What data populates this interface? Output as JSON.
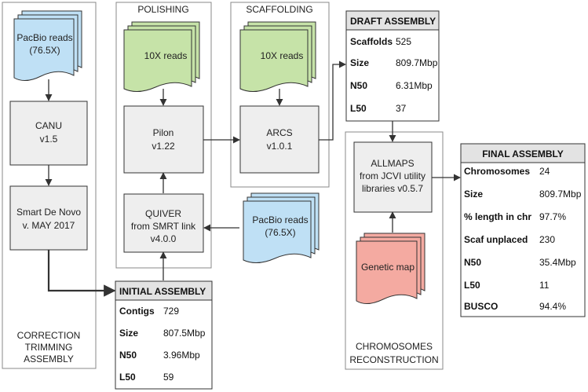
{
  "panels": {
    "correction": [
      "CORRECTION",
      "TRIMMING",
      "ASSEMBLY"
    ],
    "polishing": "POLISHING",
    "scaffolding": "SCAFFOLDING",
    "chromosomes": [
      "CHROMOSOMES",
      "RECONSTRUCTION"
    ]
  },
  "documents": {
    "pacbio_1": [
      "PacBio reads",
      "(76.5X)"
    ],
    "tenx_polish": "10X reads",
    "tenx_scaffold": "10X reads",
    "pacbio_2": [
      "PacBio reads",
      "(76.5X)"
    ],
    "genetic_map": "Genetic map"
  },
  "processes": {
    "canu": [
      "CANU",
      "v1.5"
    ],
    "smartdenovo": [
      "Smart De Novo",
      "v. MAY 2017"
    ],
    "pilon": [
      "Pilon",
      "v1.22"
    ],
    "quiver": [
      "QUIVER",
      "from SMRT link",
      "v4.0.0"
    ],
    "arcs": [
      "ARCS",
      "v1.0.1"
    ],
    "allmaps": [
      "ALLMAPS",
      "from JCVI utility",
      "libraries v0.5.7"
    ]
  },
  "tables": {
    "initial": {
      "title": "INITIAL ASSEMBLY",
      "rows": [
        {
          "key": "Contigs",
          "value": "729"
        },
        {
          "key": "Size",
          "value": "807.5Mbp"
        },
        {
          "key": "N50",
          "value": "3.96Mbp"
        },
        {
          "key": "L50",
          "value": "59"
        }
      ]
    },
    "draft": {
      "title": "DRAFT ASSEMBLY",
      "rows": [
        {
          "key": "Scaffolds",
          "value": "525"
        },
        {
          "key": "Size",
          "value": "809.7Mbp"
        },
        {
          "key": "N50",
          "value": "6.31Mbp"
        },
        {
          "key": "L50",
          "value": "37"
        }
      ]
    },
    "final": {
      "title": "FINAL ASSEMBLY",
      "rows": [
        {
          "key": "Chromosomes",
          "value": "24"
        },
        {
          "key": "Size",
          "value": "809.7Mbp"
        },
        {
          "key": "% length in chr",
          "value": "97.7%"
        },
        {
          "key": "Scaf unplaced",
          "value": "230"
        },
        {
          "key": "N50",
          "value": "35.4Mbp"
        },
        {
          "key": "L50",
          "value": "11"
        },
        {
          "key": "BUSCO",
          "value": "94.4%"
        }
      ]
    }
  }
}
